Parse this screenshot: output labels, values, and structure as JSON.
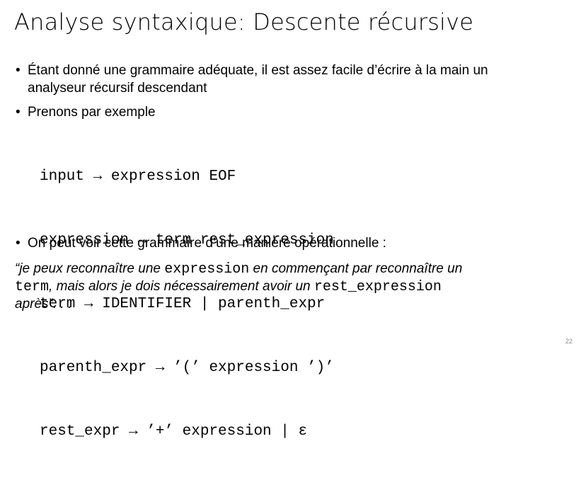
{
  "slide": {
    "title": "Analyse syntaxique: Descente récursive",
    "bullets": [
      {
        "marker": "•",
        "lines": [
          "Étant donné une grammaire adéquate, il est assez facile d’écrire à la main un",
          "analyseur récursif descendant"
        ]
      },
      {
        "marker": "•",
        "lines": [
          "Prenons par exemple"
        ]
      },
      {
        "marker": "•",
        "lines": [
          "On peut voir cette grammaire d’une manière opérationnelle :"
        ]
      }
    ],
    "grammar": [
      "input → expression EOF",
      "expression → term rest_expression",
      "term → IDENTIFIER | parenth_expr",
      "parenth_expr → ’(’ expression ’)’",
      "rest_expr → ’+’ expression | ε"
    ],
    "quote": {
      "p1": "“je peux reconnaître une ",
      "code1": "expression",
      "p2": " en commençant par reconnaître un",
      "code2": "term",
      "p3": ", mais alors je dois nécessairement avoir un ",
      "code3": "rest_expression",
      "p4": "après”. . ."
    },
    "page_number": "22"
  }
}
